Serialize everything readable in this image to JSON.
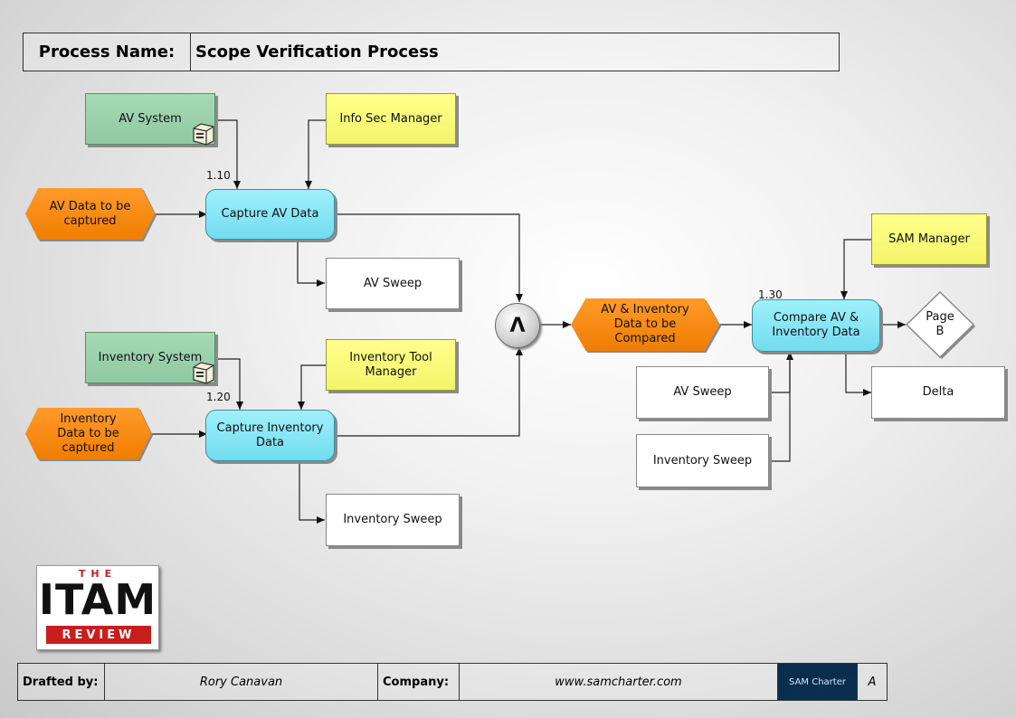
{
  "header": {
    "label": "Process Name:",
    "value": "Scope Verification Process"
  },
  "nodes": {
    "av_system": "AV System",
    "info_sec_manager": "Info Sec Manager",
    "av_data_input": "AV Data to be captured",
    "step_1_10": "1.10",
    "capture_av": "Capture AV Data",
    "av_sweep_1": "AV Sweep",
    "inventory_system": "Inventory System",
    "inventory_tool_manager": "Inventory Tool Manager",
    "inventory_data_input": "Inventory Data to be captured",
    "step_1_20": "1.20",
    "capture_inventory": "Capture Inventory Data",
    "inventory_sweep_1": "Inventory Sweep",
    "and_gate": "Λ",
    "av_inventory_data": "AV & Inventory Data to be Compared",
    "step_1_30": "1.30",
    "compare": "Compare AV & Inventory Data",
    "sam_manager": "SAM Manager",
    "page_b": "Page B",
    "delta": "Delta",
    "av_sweep_2": "AV Sweep",
    "inventory_sweep_2": "Inventory Sweep"
  },
  "logo": {
    "the": "THE",
    "itam": "ITAM",
    "review": "REVIEW"
  },
  "footer": {
    "drafted_label": "Drafted by:",
    "drafted_value": "Rory Canavan",
    "company_label": "Company:",
    "company_value": "www.samcharter.com",
    "logo_text": "SAM Charter",
    "page_letter": "A"
  },
  "colors": {
    "resource": "#97d0a9",
    "role": "#f8f87a",
    "process": "#86e6f5",
    "data": "#f58a12",
    "output": "#ffffff"
  }
}
